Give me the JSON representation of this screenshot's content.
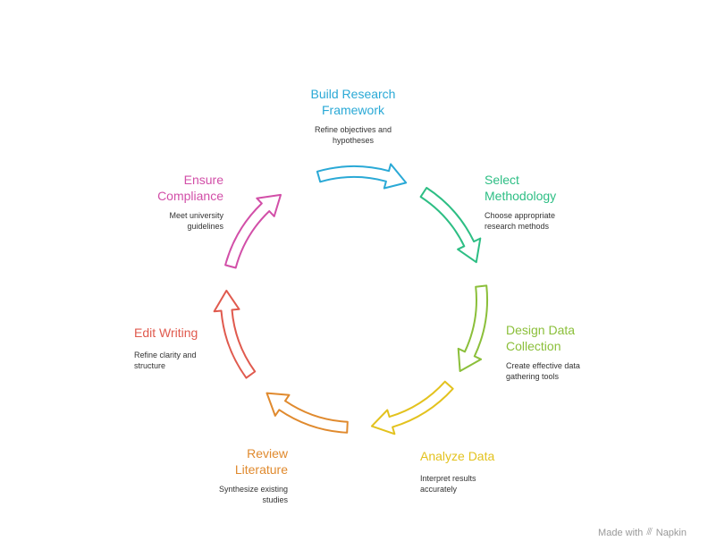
{
  "steps": [
    {
      "title": "Build Research\nFramework",
      "desc": "Refine objectives and\nhypotheses",
      "color": "#2AA9D6"
    },
    {
      "title": "Select\nMethodology",
      "desc": "Choose appropriate\nresearch methods",
      "color": "#2DBE84"
    },
    {
      "title": "Design Data\nCollection",
      "desc": "Create effective data\ngathering tools",
      "color": "#8BBF3A"
    },
    {
      "title": "Analyze Data",
      "desc": "Interpret results\naccurately",
      "color": "#E3C21E"
    },
    {
      "title": "Review\nLiterature",
      "desc": "Synthesize existing\nstudies",
      "color": "#E08A2E"
    },
    {
      "title": "Edit Writing",
      "desc": "Refine clarity and\nstructure",
      "color": "#E05A4E"
    },
    {
      "title": "Ensure\nCompliance",
      "desc": "Meet university\nguidelines",
      "color": "#D24FA8"
    }
  ],
  "footer": {
    "made_with": "Made with",
    "brand": "Napkin",
    "icon": "napkin-icon"
  }
}
